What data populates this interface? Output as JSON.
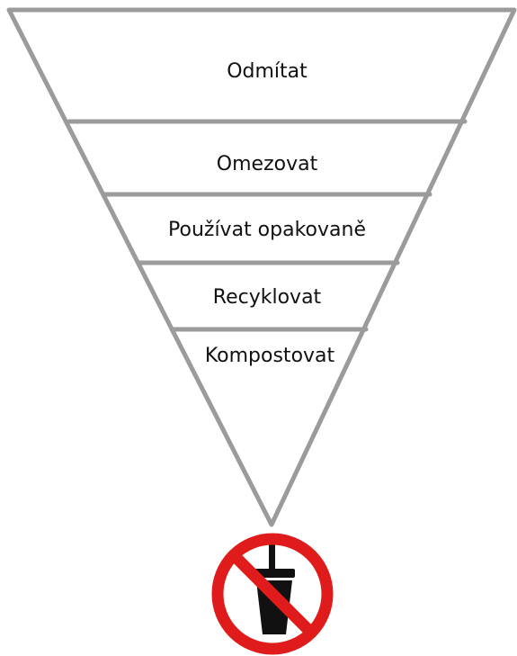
{
  "funnel": {
    "tiers": [
      {
        "label": "Odmítat"
      },
      {
        "label": "Omezovat"
      },
      {
        "label": "Používat opakovaně"
      },
      {
        "label": "Recyklovat"
      },
      {
        "label": "Kompostovat"
      }
    ],
    "outline_color": "#9b9b9b",
    "text_color": "#111111"
  },
  "icon": {
    "name": "no-plastic-cup-icon",
    "ring_color": "#e01b1b",
    "cup_color": "#111111"
  }
}
